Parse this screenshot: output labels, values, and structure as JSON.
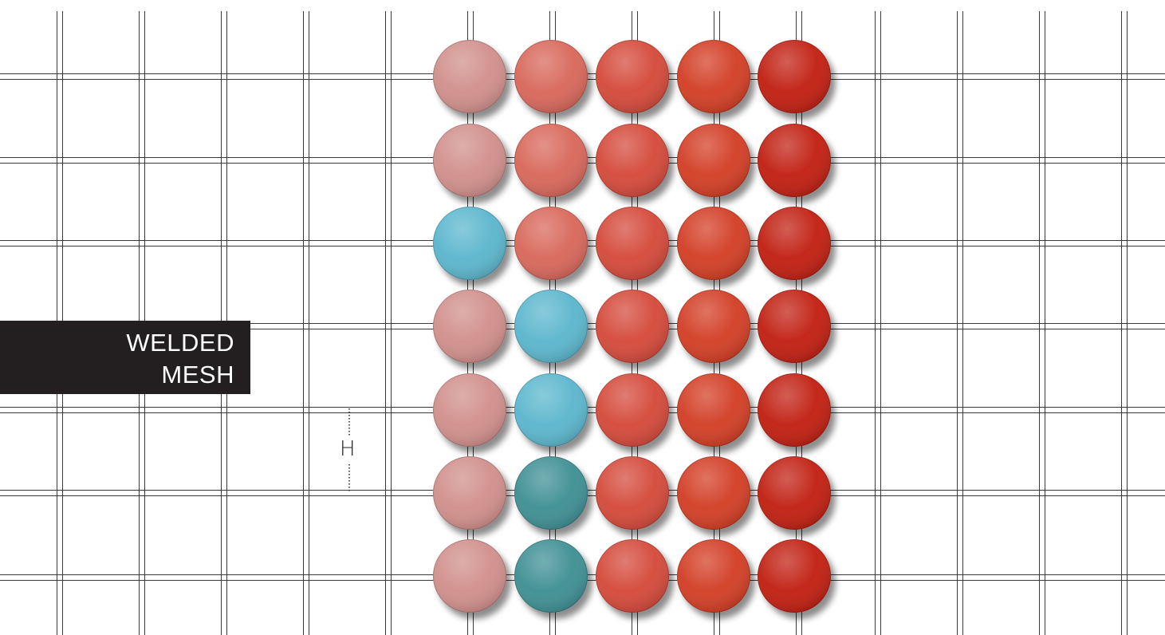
{
  "title_box": {
    "line1": "WELDED",
    "line2": "MESH"
  },
  "dimension": {
    "label": "H"
  },
  "palette": {
    "pink": "#d08f8b",
    "salmon": "#d8675a",
    "coral": "#d4493a",
    "orange_red": "#d23d24",
    "red": "#c11f12",
    "light_blue": "#5bb6cd",
    "teal": "#3e8f93",
    "grid_line": "#3a3a3a",
    "label_bg": "#231f20"
  },
  "disc_grid": {
    "columns": 5,
    "rows": 7,
    "colors": [
      [
        "pink",
        "salmon",
        "coral",
        "orange_red",
        "red"
      ],
      [
        "pink",
        "salmon",
        "coral",
        "orange_red",
        "red"
      ],
      [
        "light_blue",
        "salmon",
        "coral",
        "orange_red",
        "red"
      ],
      [
        "pink",
        "light_blue",
        "coral",
        "orange_red",
        "red"
      ],
      [
        "pink",
        "light_blue",
        "coral",
        "orange_red",
        "red"
      ],
      [
        "pink",
        "teal",
        "coral",
        "orange_red",
        "red"
      ],
      [
        "pink",
        "teal",
        "coral",
        "orange_red",
        "red"
      ]
    ]
  }
}
